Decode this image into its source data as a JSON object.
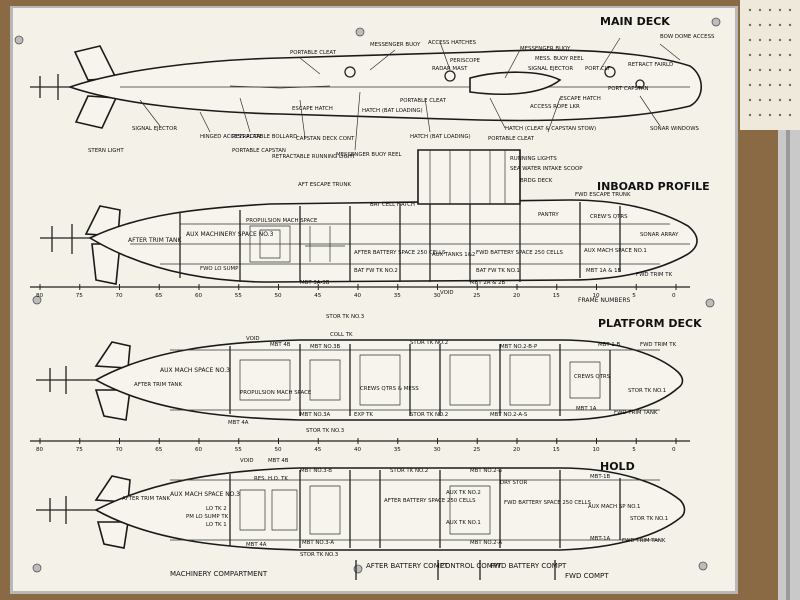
{
  "sections": {
    "main_deck": "MAIN DECK",
    "inboard_profile": "INBOARD PROFILE",
    "platform_deck": "PLATFORM DECK",
    "hold": "HOLD"
  },
  "main_deck_labels": [
    "BOW DOME ACCESS",
    "MESSENGER BUOY",
    "ACCESS HATCHES",
    "PERISCOPE",
    "RADAR MAST",
    "MESS. BUOY REEL",
    "SIGNAL EJECTOR",
    "PORT CLT",
    "RETRACT FAIRLD",
    "PORTABLE CLEAT",
    "MESSENGER BUOY",
    "PORT CAPSTAN",
    "ESCAPE HATCH",
    "PORTABLE CLEAT",
    "HATCH (BAT LOADING)",
    "ACCESS ROPE LKR",
    "SIGNAL EJECTOR",
    "HINGED ACCESS PLATE",
    "RETRACTABLE BOLLARD",
    "CAPSTAN DECK CONT",
    "ESCAPE HATCH",
    "SONAR WINDOWS",
    "STERN LIGHT",
    "PORTABLE CAPSTAN",
    "RETRACTABLE RUNNING LIGHT",
    "MESSENGER BUOY REEL",
    "HATCH (BAT LOADING)",
    "HATCH (CLEAT & CAPSTAN STOW)",
    "PORTABLE CLEAT"
  ],
  "inboard_labels": [
    "RUNNING LIGHTS",
    "SEA WATER INTAKE SCOOP",
    "BRDG DECK",
    "AFT ESCAPE TRUNK",
    "BAT CELL HATCH",
    "FWD ESCAPE TRUNK",
    "AFTER TRIM TANK",
    "AUX MACHINERY SPACE NO.3",
    "PROPULSION MACH SPACE",
    "AFTER BATTERY SPACE 250 CELLS",
    "AUX TANKS 1&2",
    "FWD BATTERY SPACE 250 CELLS",
    "AUX MACH SPACE NO.1",
    "SONAR ARRAY",
    "CREW'S QTRS",
    "PANTRY",
    "FWD TRIM TK",
    "BAT FW TK NO.2",
    "BAT FW TK NO.1",
    "MBT 3A-3B",
    "MBT 2A & 2B",
    "MBT 1A & 1B",
    "FWO LO SUMP",
    "VOID"
  ],
  "platform_labels": [
    "STOR TK NO.3",
    "COLL TK",
    "VOID",
    "MBT 4B",
    "MBT NO.3B",
    "STOR TK NO.2",
    "MBT NO.2-B-P",
    "MBT 1-B",
    "FWD TRIM TK",
    "AUX MACH SPACE NO.3",
    "AFTER TRIM TANK",
    "PROPULSION MACH SPACE",
    "CREWS QTRS & MESS",
    "CREWS QTRS",
    "STOR TK NO.1",
    "FWD TRIM TANK",
    "MBT NO.3A",
    "EXP TK",
    "STOR TK NO.2",
    "MBT NO.2-A-S",
    "MBT 1A",
    "MBT 4A",
    "STOR TK NO.3"
  ],
  "hold_labels": [
    "VOID",
    "MBT 4B",
    "MBT NO.3-B",
    "STOR TK NO.2",
    "MBT NO.2-B",
    "MBT-1B",
    "RES. H.O. TK",
    "AFTER TRIM TANK",
    "AUX MACH SPACE NO.3",
    "LO TK 2",
    "PM LO SUMP TK",
    "LO TK 1",
    "AFTER BATTERY SPACE 250 CELLS",
    "AUX TK NO.2",
    "AUX TK NO.1",
    "FWD BATTERY SPACE 250 CELLS",
    "AUX MACH SP NO.1",
    "STOR TK NO.1",
    "DRY STOR",
    "MBT NO.3-A",
    "MBT NO.2-A",
    "MBT-1A",
    "MBT 4A",
    "STOR TK NO.3",
    "FWD TRIM TANK"
  ],
  "frame_numbers_label": "FRAME NUMBERS",
  "frame_ticks": [
    "80",
    "75",
    "70",
    "65",
    "60",
    "55",
    "50",
    "45",
    "40",
    "35",
    "30",
    "25",
    "20",
    "15",
    "10",
    "5",
    "0"
  ],
  "footer": [
    "MACHINERY COMPARTMENT",
    "AFTER BATTERY COMPT",
    "CONTROL COMPT",
    "FWD BATTERY COMPT",
    "FWD COMPT"
  ]
}
